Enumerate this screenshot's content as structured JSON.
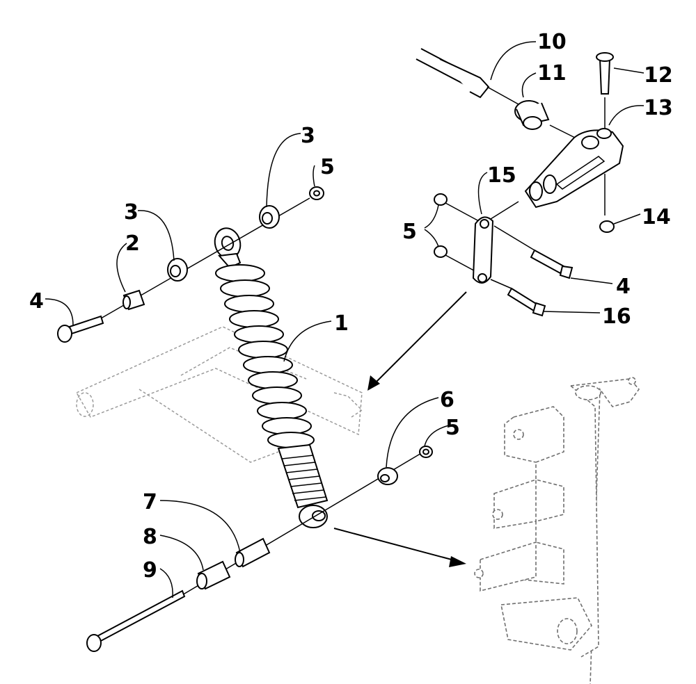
{
  "diagram": {
    "type": "exploded-parts-diagram",
    "callouts": [
      {
        "id": "c10",
        "text": "10"
      },
      {
        "id": "c11",
        "text": "11"
      },
      {
        "id": "c12",
        "text": "12"
      },
      {
        "id": "c13",
        "text": "13"
      },
      {
        "id": "c3a",
        "text": "3"
      },
      {
        "id": "c5a",
        "text": "5"
      },
      {
        "id": "c15",
        "text": "15"
      },
      {
        "id": "c3b",
        "text": "3"
      },
      {
        "id": "c2",
        "text": "2"
      },
      {
        "id": "c5b",
        "text": "5"
      },
      {
        "id": "c14",
        "text": "14"
      },
      {
        "id": "c4a",
        "text": "4"
      },
      {
        "id": "c4b",
        "text": "4"
      },
      {
        "id": "c16",
        "text": "16"
      },
      {
        "id": "c1",
        "text": "1"
      },
      {
        "id": "c6",
        "text": "6"
      },
      {
        "id": "c5c",
        "text": "5"
      },
      {
        "id": "c7",
        "text": "7"
      },
      {
        "id": "c8",
        "text": "8"
      },
      {
        "id": "c9",
        "text": "9"
      }
    ]
  }
}
